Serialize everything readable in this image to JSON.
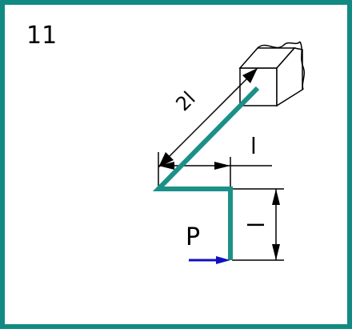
{
  "problem_number": "11",
  "labels": {
    "diagonal_length": "2l",
    "horizontal_length": "l",
    "vertical_length": "l",
    "force": "P"
  },
  "colors": {
    "border": "#128a82",
    "rod": "#1a9088",
    "force_arrow": "#1010c0",
    "lines": "#000000",
    "background": "#ffffff"
  },
  "icons": {
    "support": "fixed-support-block-icon"
  }
}
